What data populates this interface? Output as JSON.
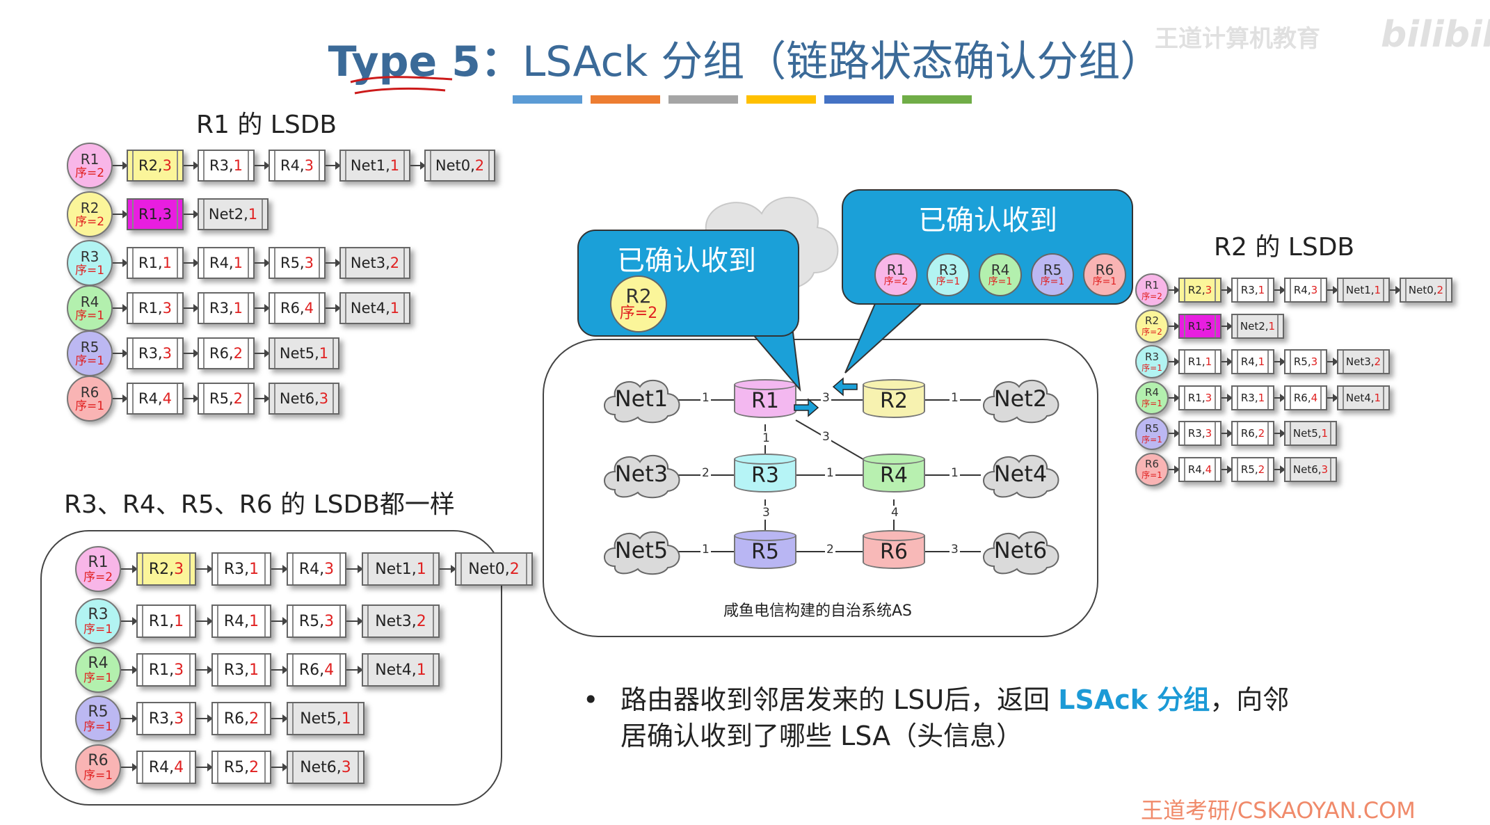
{
  "title": {
    "type": "Type 5：",
    "rest": "LSAck 分组（链路状态确认分组）"
  },
  "colorbar": [
    "#5b9bd5",
    "#ed7d31",
    "#a5a5a5",
    "#ffc000",
    "#4472c4",
    "#70ad47"
  ],
  "r1_label": "R1 的 LSDB",
  "r2_label": "R2 的 LSDB",
  "others_label": "R3、R4、R5、R6 的 LSDB都一样",
  "as_label": "咸鱼电信构建的自治系统AS",
  "bubble_left_title": "已确认收到",
  "bubble_right_title": "已确认收到",
  "bubble_left_items": [
    {
      "name": "R2",
      "seq": "序=2",
      "color": "#fbf59a"
    }
  ],
  "bubble_right_items": [
    {
      "name": "R1",
      "seq": "序=2",
      "color": "#f8b6e8"
    },
    {
      "name": "R3",
      "seq": "序=1",
      "color": "#b2f4f2"
    },
    {
      "name": "R4",
      "seq": "序=1",
      "color": "#b3f0ae"
    },
    {
      "name": "R5",
      "seq": "序=1",
      "color": "#bcb8f2"
    },
    {
      "name": "R6",
      "seq": "序=1",
      "color": "#f9b4b4"
    }
  ],
  "routers": [
    "R1",
    "R2",
    "R3",
    "R4",
    "R5",
    "R6"
  ],
  "nets": [
    "Net1",
    "Net2",
    "Net3",
    "Net4",
    "Net5",
    "Net6"
  ],
  "costs": {
    "net1_r1": "1",
    "r1_r2": "3",
    "r2_net2": "1",
    "r1_r3": "1",
    "r1_r4": "3",
    "net3_r3": "2",
    "r3_r4": "1",
    "r4_net4": "1",
    "r3_r5": "3",
    "r4_r6": "4",
    "net5_r5": "1",
    "r5_r6": "2",
    "r6_net6": "3"
  },
  "lsdb_r1": [
    {
      "head": "R1",
      "seq": "序=2",
      "color": "#f8b6e8",
      "cells": [
        [
          "R2",
          "3",
          "yel"
        ],
        [
          "R3",
          "1",
          ""
        ],
        [
          "R4",
          "3",
          ""
        ],
        [
          "Net1",
          "1",
          "net"
        ],
        [
          "Net0",
          "2",
          "net"
        ]
      ]
    },
    {
      "head": "R2",
      "seq": "序=2",
      "color": "#fbf59a",
      "cells": [
        [
          "R1",
          "3",
          "mag"
        ],
        [
          "Net2",
          "1",
          "net"
        ]
      ]
    },
    {
      "head": "R3",
      "seq": "序=1",
      "color": "#b2f4f2",
      "cells": [
        [
          "R1",
          "1",
          ""
        ],
        [
          "R4",
          "1",
          ""
        ],
        [
          "R5",
          "3",
          ""
        ],
        [
          "Net3",
          "2",
          "net"
        ]
      ]
    },
    {
      "head": "R4",
      "seq": "序=1",
      "color": "#b3f0ae",
      "cells": [
        [
          "R1",
          "3",
          ""
        ],
        [
          "R3",
          "1",
          ""
        ],
        [
          "R6",
          "4",
          ""
        ],
        [
          "Net4",
          "1",
          "net"
        ]
      ]
    },
    {
      "head": "R5",
      "seq": "序=1",
      "color": "#bcb8f2",
      "cells": [
        [
          "R3",
          "3",
          ""
        ],
        [
          "R6",
          "2",
          ""
        ],
        [
          "Net5",
          "1",
          "net"
        ]
      ]
    },
    {
      "head": "R6",
      "seq": "序=1",
      "color": "#f9b4b4",
      "cells": [
        [
          "R4",
          "4",
          ""
        ],
        [
          "R5",
          "2",
          ""
        ],
        [
          "Net6",
          "3",
          "net"
        ]
      ]
    }
  ],
  "lsdb_r2": [
    {
      "head": "R1",
      "seq": "序=2",
      "color": "#f8b6e8",
      "cells": [
        [
          "R2",
          "3",
          "yel"
        ],
        [
          "R3",
          "1",
          ""
        ],
        [
          "R4",
          "3",
          ""
        ],
        [
          "Net1",
          "1",
          "net"
        ],
        [
          "Net0",
          "2",
          "net"
        ]
      ]
    },
    {
      "head": "R2",
      "seq": "序=2",
      "color": "#fbf59a",
      "cells": [
        [
          "R1",
          "3",
          "mag"
        ],
        [
          "Net2",
          "1",
          "net"
        ]
      ]
    },
    {
      "head": "R3",
      "seq": "序=1",
      "color": "#b2f4f2",
      "cells": [
        [
          "R1",
          "1",
          ""
        ],
        [
          "R4",
          "1",
          ""
        ],
        [
          "R5",
          "3",
          ""
        ],
        [
          "Net3",
          "2",
          "net"
        ]
      ]
    },
    {
      "head": "R4",
      "seq": "序=1",
      "color": "#b3f0ae",
      "cells": [
        [
          "R1",
          "3",
          ""
        ],
        [
          "R3",
          "1",
          ""
        ],
        [
          "R6",
          "4",
          ""
        ],
        [
          "Net4",
          "1",
          "net"
        ]
      ]
    },
    {
      "head": "R5",
      "seq": "序=1",
      "color": "#bcb8f2",
      "cells": [
        [
          "R3",
          "3",
          ""
        ],
        [
          "R6",
          "2",
          ""
        ],
        [
          "Net5",
          "1",
          "net"
        ]
      ]
    },
    {
      "head": "R6",
      "seq": "序=1",
      "color": "#f9b4b4",
      "cells": [
        [
          "R4",
          "4",
          ""
        ],
        [
          "R5",
          "2",
          ""
        ],
        [
          "Net6",
          "3",
          "net"
        ]
      ]
    }
  ],
  "lsdb_others": [
    {
      "head": "R1",
      "seq": "序=2",
      "color": "#f8b6e8",
      "cells": [
        [
          "R2",
          "3",
          "yel"
        ],
        [
          "R3",
          "1",
          ""
        ],
        [
          "R4",
          "3",
          ""
        ],
        [
          "Net1",
          "1",
          "net"
        ],
        [
          "Net0",
          "2",
          "net"
        ]
      ]
    },
    {
      "head": "R3",
      "seq": "序=1",
      "color": "#b2f4f2",
      "cells": [
        [
          "R1",
          "1",
          ""
        ],
        [
          "R4",
          "1",
          ""
        ],
        [
          "R5",
          "3",
          ""
        ],
        [
          "Net3",
          "2",
          "net"
        ]
      ]
    },
    {
      "head": "R4",
      "seq": "序=1",
      "color": "#b3f0ae",
      "cells": [
        [
          "R1",
          "3",
          ""
        ],
        [
          "R3",
          "1",
          ""
        ],
        [
          "R6",
          "4",
          ""
        ],
        [
          "Net4",
          "1",
          "net"
        ]
      ]
    },
    {
      "head": "R5",
      "seq": "序=1",
      "color": "#bcb8f2",
      "cells": [
        [
          "R3",
          "3",
          ""
        ],
        [
          "R6",
          "2",
          ""
        ],
        [
          "Net5",
          "1",
          "net"
        ]
      ]
    },
    {
      "head": "R6",
      "seq": "序=1",
      "color": "#f9b4b4",
      "cells": [
        [
          "R4",
          "4",
          ""
        ],
        [
          "R5",
          "2",
          ""
        ],
        [
          "Net6",
          "3",
          "net"
        ]
      ]
    }
  ],
  "bullet": {
    "marker": "•",
    "part1": "路由器收到邻居发来的 LSU后，返回 ",
    "highlight": "LSAck 分组",
    "part2": "，向邻",
    "line2": "居确认收到了哪些 LSA（头信息）"
  },
  "watermark_top": "王道计算机教育",
  "watermark_brand": "bilibili",
  "watermark_bottom": "王道考研/CSKAOYAN.COM"
}
